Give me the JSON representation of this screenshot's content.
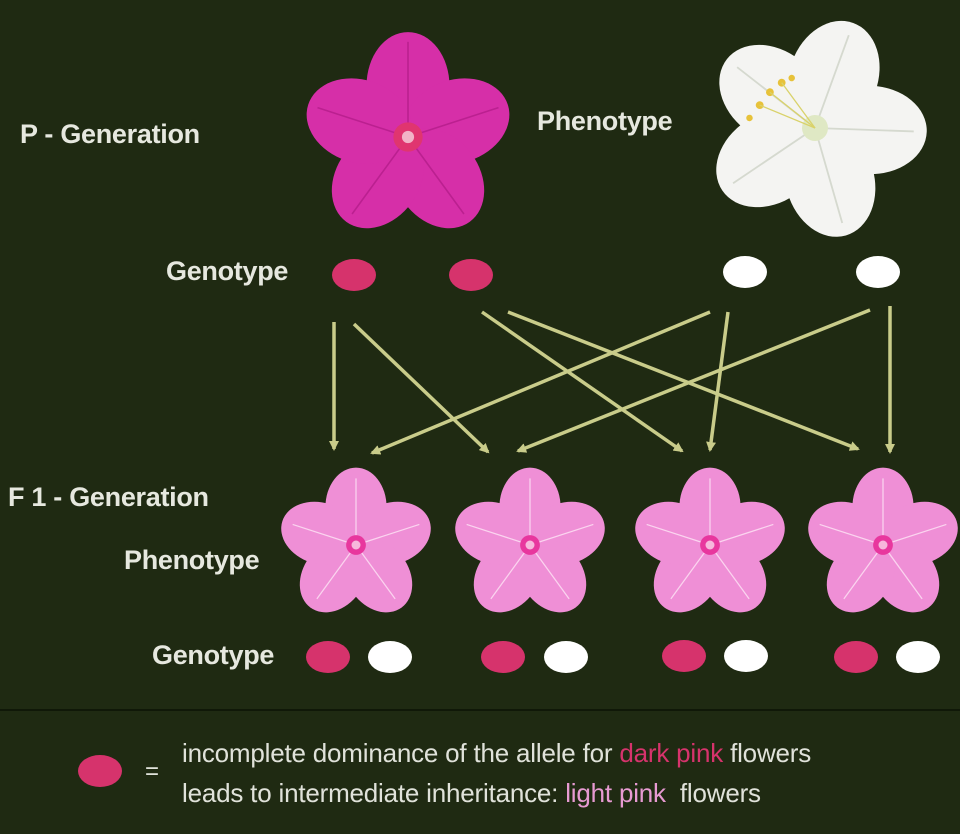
{
  "labels": {
    "p_generation": "P - Generation",
    "p_phenotype": "Phenotype",
    "p_genotype": "Genotype",
    "f1_generation": "F 1 - Generation",
    "f1_phenotype": "Phenotype",
    "f1_genotype": "Genotype"
  },
  "legend": {
    "equals": "=",
    "line1_prefix": "incomplete dominance of the allele for ",
    "line1_highlight": "dark pink",
    "line1_suffix": " flowers",
    "line2_prefix": "leads to intermediate inheritance: ",
    "line2_highlight": "light pink",
    "line2_suffix": "  flowers"
  },
  "colors": {
    "background": "#1f2a12",
    "dark_pink_allele": "#d6336c",
    "white_allele": "#ffffff",
    "arrow": "#c9cc8a",
    "dark_pink_text": "#d6336c",
    "light_pink_text": "#e79ad2",
    "dark_pink_flower": "#d62fa8",
    "light_pink_flower": "#ef8fd6",
    "white_flower": "#f4f4f2"
  },
  "parents": [
    {
      "phenotype": "dark pink",
      "genotype": [
        "dark-pink",
        "dark-pink"
      ]
    },
    {
      "phenotype": "white",
      "genotype": [
        "white",
        "white"
      ]
    }
  ],
  "offspring": [
    {
      "phenotype": "light pink",
      "genotype": [
        "dark-pink",
        "white"
      ]
    },
    {
      "phenotype": "light pink",
      "genotype": [
        "dark-pink",
        "white"
      ]
    },
    {
      "phenotype": "light pink",
      "genotype": [
        "dark-pink",
        "white"
      ]
    },
    {
      "phenotype": "light pink",
      "genotype": [
        "dark-pink",
        "white"
      ]
    }
  ]
}
